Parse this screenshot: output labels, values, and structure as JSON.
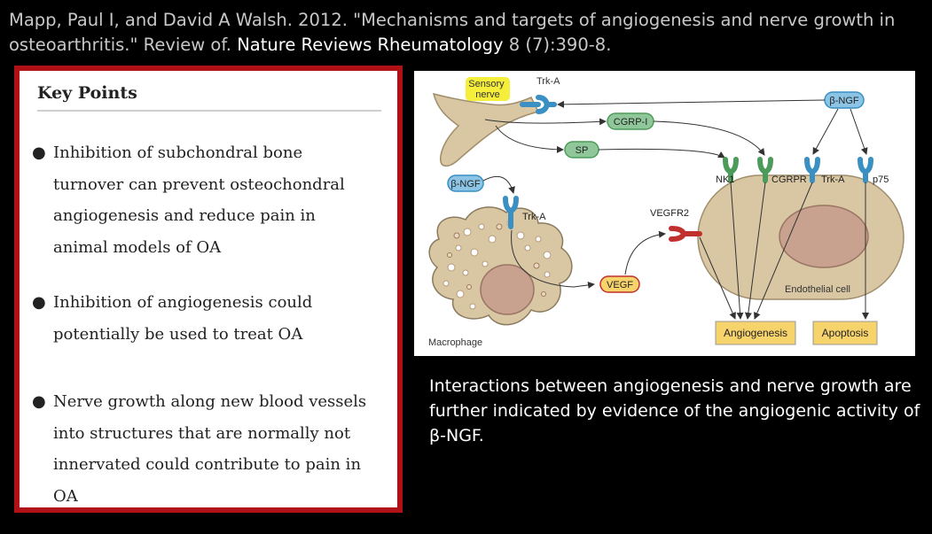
{
  "citation": {
    "text": "Mapp, Paul I, and David A Walsh. 2012. \"Mechanisms and targets of angiogenesis and nerve growth in osteoarthritis.\" Review of. ",
    "journal": "Nature Reviews Rheumatology",
    "issue": " 8 (7):390-8."
  },
  "key_points": {
    "title": "Key Points",
    "items": [
      "Inhibition of subchondral bone turnover can prevent osteochondral angiogenesis and reduce pain in animal models of OA",
      "Inhibition of angiogenesis could potentially be used to treat OA",
      "Nerve growth along new blood vessels into structures that are normally not innervated could contribute to pain in OA"
    ]
  },
  "diagram": {
    "sensory_nerve": "Sensory nerve",
    "trka_top": "Trk-A",
    "beta_ngf_top": "β-NGF",
    "cgrp": "CGRP-I",
    "sp": "SP",
    "beta_ngf_left": "β-NGF",
    "trka_mac": "Trk-A",
    "vegfr2": "VEGFR2",
    "vegf": "VEGF",
    "macrophage": "Macrophage",
    "nk1": "NK1",
    "cgrpr": "CGRPR",
    "trka_endo": "Trk-A",
    "p75": "p75",
    "endothelial": "Endothelial cell",
    "angiogenesis": "Angiogenesis",
    "apoptosis": "Apoptosis",
    "colors": {
      "tan": "#d9c7a4",
      "tan_dark": "#a08d6b",
      "nucleus": "#c9a18f",
      "receptor_blue": "#3a8fc3",
      "receptor_green": "#4d9b5a",
      "receptor_red": "#c0312d",
      "pill_green": "#8fc79a",
      "yellow_box": "#f7d36b",
      "highlight": "#f5ee3a"
    }
  },
  "caption": "Interactions between angiogenesis and nerve growth are further indicated by evidence of the angiogenic activity of β-NGF."
}
